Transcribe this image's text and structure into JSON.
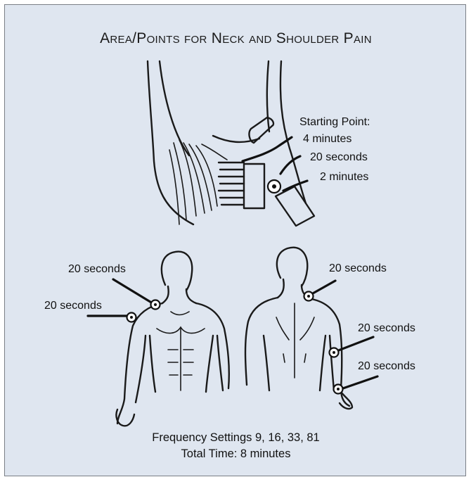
{
  "title": "Area/Points for Neck and Shoulder Pain",
  "neck_labels": {
    "start": "Starting Point:",
    "a": "4 minutes",
    "b": "20 seconds",
    "c": "2 minutes"
  },
  "front_labels": {
    "upper": "20 seconds",
    "lower": "20 seconds"
  },
  "back_labels": {
    "shoulder": "20 seconds",
    "elbow": "20 seconds",
    "wrist": "20 seconds"
  },
  "footer": {
    "frequency": "Frequency Settings 9, 16, 33, 81",
    "total": "Total Time: 8 minutes"
  },
  "colors": {
    "background": "#dfe6f0",
    "ink": "#1a1a1a"
  }
}
